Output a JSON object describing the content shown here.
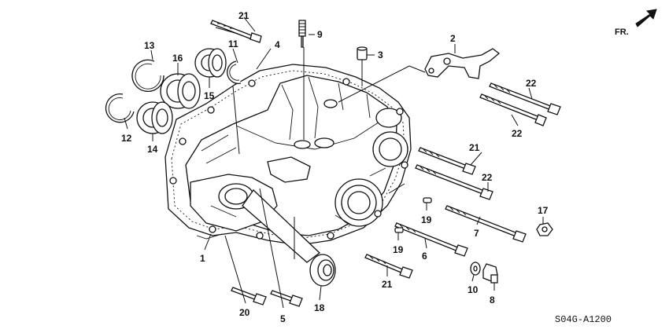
{
  "diagram": {
    "direction_label": "FR.",
    "code": "S04G-A1200",
    "callouts": {
      "c1": "1",
      "c2": "2",
      "c3": "3",
      "c4": "4",
      "c5": "5",
      "c6": "6",
      "c7": "7",
      "c8": "8",
      "c9": "9",
      "c10": "10",
      "c11": "11",
      "c12": "12",
      "c13": "13",
      "c14": "14",
      "c15": "15",
      "c16": "16",
      "c17": "17",
      "c18": "18",
      "c19a": "19",
      "c19b": "19",
      "c20": "20",
      "c21a": "21",
      "c21b": "21",
      "c21c": "21",
      "c22a": "22",
      "c22b": "22",
      "c22c": "22"
    }
  }
}
